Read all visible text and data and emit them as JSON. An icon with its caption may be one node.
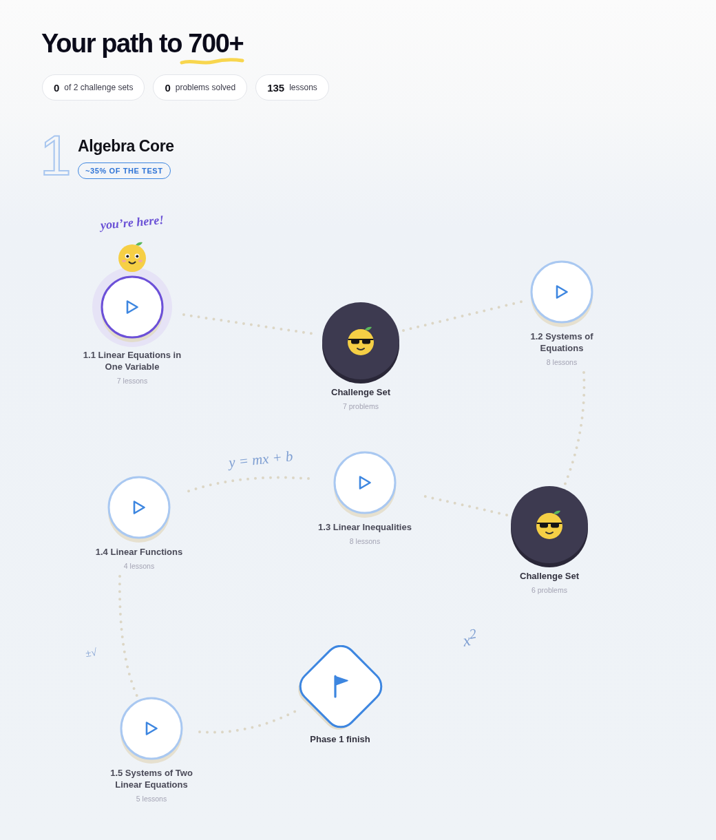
{
  "diagram": {
    "title": "Your path to 700+",
    "nodes": [
      {
        "text": [
          "0",
          "of 2 challenge sets"
        ]
      },
      {
        "text": [
          "0",
          "problems solved"
        ]
      },
      {
        "text": [
          "135",
          "lessons"
        ]
      },
      {
        "text": [
          "~35% OF THE TEST"
        ]
      },
      {
        "text": [
          "1.1 Linear Equations in One Variable",
          "7 lessons"
        ],
        "beside": [
          "you’re here!"
        ]
      },
      {
        "text": [
          "Challenge Set",
          "7 problems"
        ]
      },
      {
        "text": [
          "1.2 Systems of Equations",
          "8 lessons"
        ]
      },
      {
        "text": [
          "Challenge Set",
          "6 problems"
        ]
      },
      {
        "text": [
          "1.3 Linear Inequalities",
          "8 lessons"
        ]
      },
      {
        "text": [
          "1.4 Linear Functions",
          "4 lessons"
        ]
      },
      {
        "text": [
          "1.5 Systems of Two Linear Equations",
          "5 lessons"
        ]
      },
      {
        "text": [
          "Phase 1 finish"
        ]
      }
    ],
    "edges": [
      {
        "from": 4,
        "to": 5,
        "arrow": "none",
        "style": "dashed"
      },
      {
        "from": 5,
        "to": 6,
        "arrow": "none",
        "style": "dashed"
      },
      {
        "from": 6,
        "to": 7,
        "arrow": "none",
        "style": "dashed"
      },
      {
        "from": 7,
        "to": 8,
        "arrow": "none",
        "style": "dashed"
      },
      {
        "from": 8,
        "to": 9,
        "arrow": "none",
        "style": "dashed"
      },
      {
        "from": 9,
        "to": 10,
        "arrow": "none",
        "style": "dashed"
      },
      {
        "from": 10,
        "to": 11,
        "arrow": "none",
        "style": "dashed"
      }
    ],
    "labels": [
      "1",
      "Algebra Core",
      "y = mx + b",
      "±√",
      "x$^{2}$"
    ]
  }
}
